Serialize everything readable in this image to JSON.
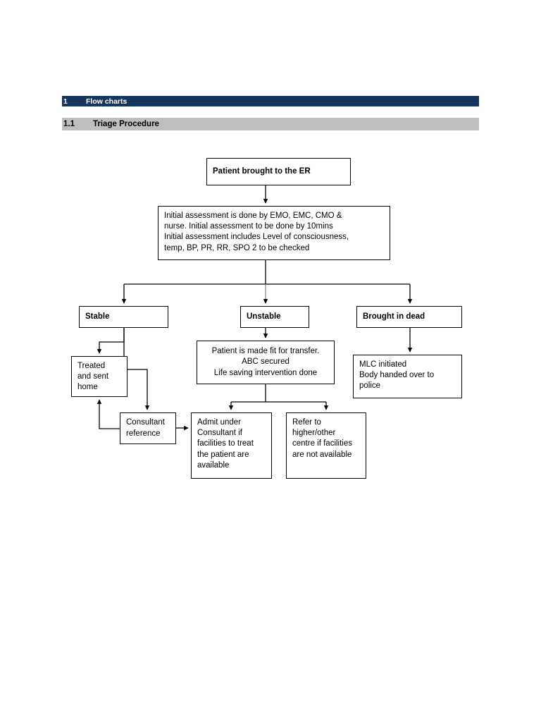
{
  "document": {
    "heading1": {
      "number": "1",
      "text": "Flow charts"
    },
    "heading2": {
      "number": "1.1",
      "text": "Triage Procedure"
    }
  },
  "colors": {
    "heading1_bar": "#17365D",
    "heading1_text": "#FFFFFF",
    "heading2_bar": "#BFBFBF",
    "heading2_text": "#000000",
    "node_border": "#000000",
    "node_fill": "#FFFFFF",
    "connector": "#000000",
    "page_background": "#FFFFFF"
  },
  "chart_data": {
    "type": "diagram",
    "title": "Triage Procedure",
    "nodes": [
      {
        "id": "er",
        "label": "Patient brought to the ER"
      },
      {
        "id": "assess",
        "label": "Initial assessment is done by EMO, EMC, CMO &\nnurse. Initial assessment to be done by 10mins\nInitial assessment includes Level of consciousness,\ntemp, BP, PR, RR, SPO 2 to be checked"
      },
      {
        "id": "stable",
        "label": "Stable"
      },
      {
        "id": "unstable",
        "label": "Unstable"
      },
      {
        "id": "dead",
        "label": "Brought in dead"
      },
      {
        "id": "treated",
        "label": "Treated\nand sent\nhome"
      },
      {
        "id": "fit",
        "label": "Patient is made fit for transfer.\nABC secured\nLife saving intervention done"
      },
      {
        "id": "mlc",
        "label": "MLC initiated\nBody handed over to\npolice"
      },
      {
        "id": "consult",
        "label": "Consultant\nreference"
      },
      {
        "id": "admit",
        "label": "Admit under\nConsultant if\nfacilities to treat\nthe patient are\navailable"
      },
      {
        "id": "refer",
        "label": "Refer to\nhigher/other\ncentre if facilities\nare not available"
      }
    ],
    "edges": [
      {
        "from": "er",
        "to": "assess"
      },
      {
        "from": "assess",
        "to": "stable"
      },
      {
        "from": "assess",
        "to": "unstable"
      },
      {
        "from": "assess",
        "to": "dead"
      },
      {
        "from": "stable",
        "to": "treated"
      },
      {
        "from": "stable",
        "to": "consult"
      },
      {
        "from": "consult",
        "to": "treated"
      },
      {
        "from": "consult",
        "to": "admit"
      },
      {
        "from": "unstable",
        "to": "fit"
      },
      {
        "from": "fit",
        "to": "admit"
      },
      {
        "from": "fit",
        "to": "refer"
      },
      {
        "from": "dead",
        "to": "mlc"
      }
    ]
  }
}
